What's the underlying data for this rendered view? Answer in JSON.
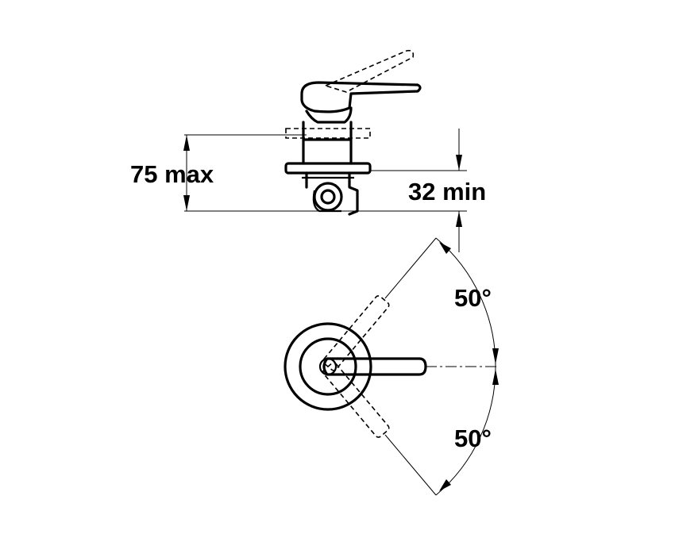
{
  "dimensions": {
    "height_max_label": "75 max",
    "depth_min_label": "32 min",
    "rotation_up_label": "50°",
    "rotation_down_label": "50°"
  }
}
